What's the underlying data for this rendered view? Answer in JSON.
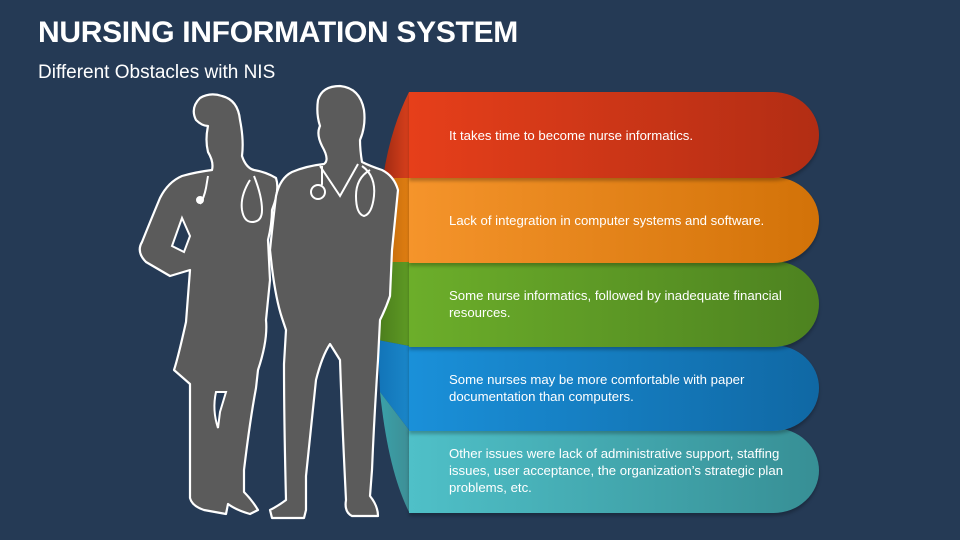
{
  "header": {
    "title": "NURSING INFORMATION SYSTEM",
    "subtitle": "Different Obstacles with NIS"
  },
  "illustration": {
    "icon": "nurse-doctor-silhouette-icon",
    "fill_color": "#5a5a5a",
    "outline_color": "#ffffff"
  },
  "background_color": "#253a55",
  "obstacles": [
    {
      "text": "It takes time to become nurse informatics.",
      "color_start": "#e53f1a",
      "color_end": "#b02d14",
      "fold_color": "#c2381a"
    },
    {
      "text": "Lack of integration in computer systems and software.",
      "color_start": "#f4922a",
      "color_end": "#d27208",
      "fold_color": "#d8770e"
    },
    {
      "text": "Some nurse informatics, followed by inadequate financial resources.",
      "color_start": "#6aac2a",
      "color_end": "#4e8420",
      "fold_color": "#5c9022"
    },
    {
      "text": "Some nurses may be more comfortable with paper documentation than computers.",
      "color_start": "#1a8fd8",
      "color_end": "#106aa6",
      "fold_color": "#1577b8"
    },
    {
      "text": "Other issues were lack of administrative support, staffing issues, user acceptance, the organization’s strategic plan problems, etc.",
      "color_start": "#4dbec6",
      "color_end": "#3a9398",
      "fold_color": "#3d9ea5"
    }
  ]
}
